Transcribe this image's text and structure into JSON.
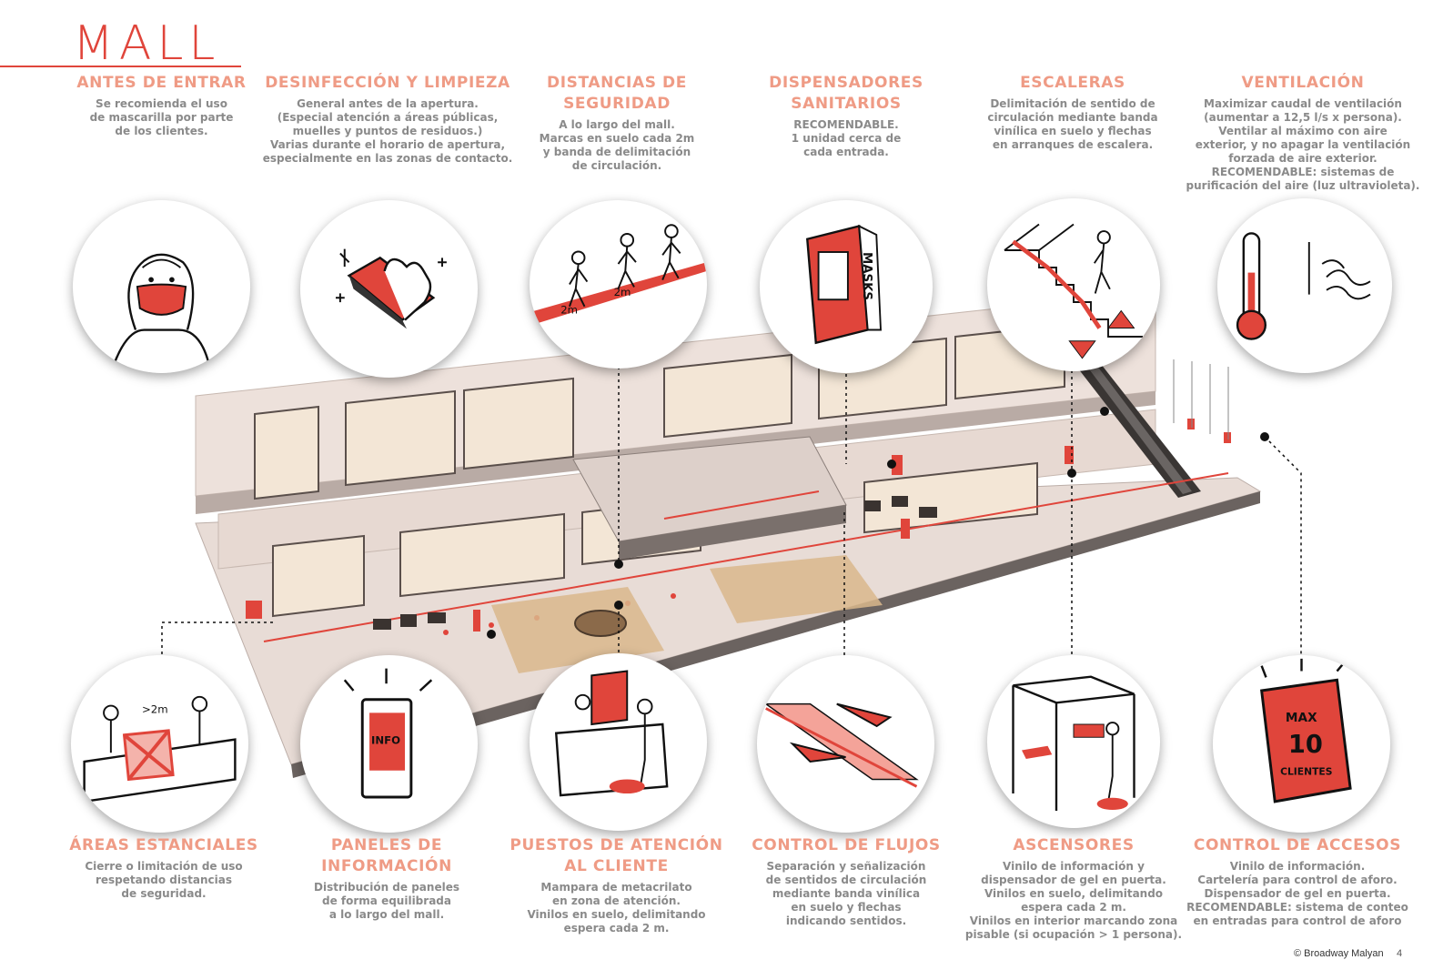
{
  "title": "MALL",
  "top_sections": [
    {
      "heading": [
        "ANTES DE ENTRAR"
      ],
      "lines": [
        "Se recomienda el uso",
        "de mascarilla por parte",
        "de los clientes."
      ]
    },
    {
      "heading": [
        "DESINFECCIÓN Y LIMPIEZA"
      ],
      "lines": [
        "General antes de la apertura.",
        "(Especial atención a áreas públicas,",
        "muelles y puntos de residuos.)",
        "Varias durante el horario de apertura,",
        "especialmente en las zonas de contacto."
      ]
    },
    {
      "heading": [
        "DISTANCIAS DE",
        "SEGURIDAD"
      ],
      "lines": [
        "A lo largo del mall.",
        "Marcas en suelo cada 2m",
        "y banda de delimitación",
        "de circulación."
      ]
    },
    {
      "heading": [
        "DISPENSADORES",
        "SANITARIOS"
      ],
      "lines": [
        "RECOMENDABLE.",
        "1 unidad cerca de",
        "cada entrada."
      ]
    },
    {
      "heading": [
        "ESCALERAS"
      ],
      "lines": [
        "Delimitación de sentido de",
        "circulación mediante banda",
        "vinílica en suelo y flechas",
        "en arranques de escalera."
      ]
    },
    {
      "heading": [
        "VENTILACIÓN"
      ],
      "lines": [
        "Maximizar caudal de ventilación",
        "(aumentar a 12,5 l/s x persona).",
        "Ventilar al máximo con aire",
        "exterior, y no apagar la ventilación",
        "forzada de aire exterior.",
        "RECOMENDABLE: sistemas de",
        "purificación del aire (luz ultravioleta)."
      ]
    }
  ],
  "bottom_sections": [
    {
      "heading": [
        "ÁREAS ESTANCIALES"
      ],
      "lines": [
        "Cierre o limitación de uso",
        "respetando distancias",
        "de seguridad."
      ]
    },
    {
      "heading": [
        "PANELES DE",
        "INFORMACIÓN"
      ],
      "lines": [
        "Distribución de paneles",
        "de forma equilibrada",
        "a lo largo del mall."
      ]
    },
    {
      "heading": [
        "PUESTOS DE ATENCIÓN",
        "AL CLIENTE"
      ],
      "lines": [
        "Mampara de metacrilato",
        "en zona de atención.",
        "Vinilos en suelo, delimitando",
        "espera cada 2 m."
      ]
    },
    {
      "heading": [
        "CONTROL DE FLUJOS"
      ],
      "lines": [
        "Separación y señalización",
        "de sentidos de circulación",
        "mediante banda vinílica",
        "en suelo y flechas",
        "indicando sentidos."
      ]
    },
    {
      "heading": [
        "ASCENSORES"
      ],
      "lines": [
        "Vinilo de información y",
        "dispensador de gel en puerta.",
        "Vinilos en suelo, delimitando",
        "espera cada 2 m.",
        "Vinilos en interior marcando zona",
        "pisable (si ocupación > 1 persona)."
      ]
    },
    {
      "heading": [
        "CONTROL DE ACCESOS"
      ],
      "lines": [
        "Vinilo de información.",
        "Cartelería para control de aforo.",
        "Dispensador de gel en puerta.",
        "RECOMENDABLE: sistema de conteo",
        "en entradas para control de aforo"
      ]
    }
  ],
  "illustration_text": {
    "masks": "MASKS",
    "info": "INFO",
    "max": "MAX",
    "max_number": "10",
    "clientes": "CLIENTES",
    "distance": "2m",
    "distance_sofa": ">2m"
  },
  "footer": {
    "copyright": "© Broadway Malyan",
    "page": "4"
  },
  "colors": {
    "accent": "#e0453b",
    "heading": "#ef9b85",
    "text": "#8a8a8a"
  }
}
